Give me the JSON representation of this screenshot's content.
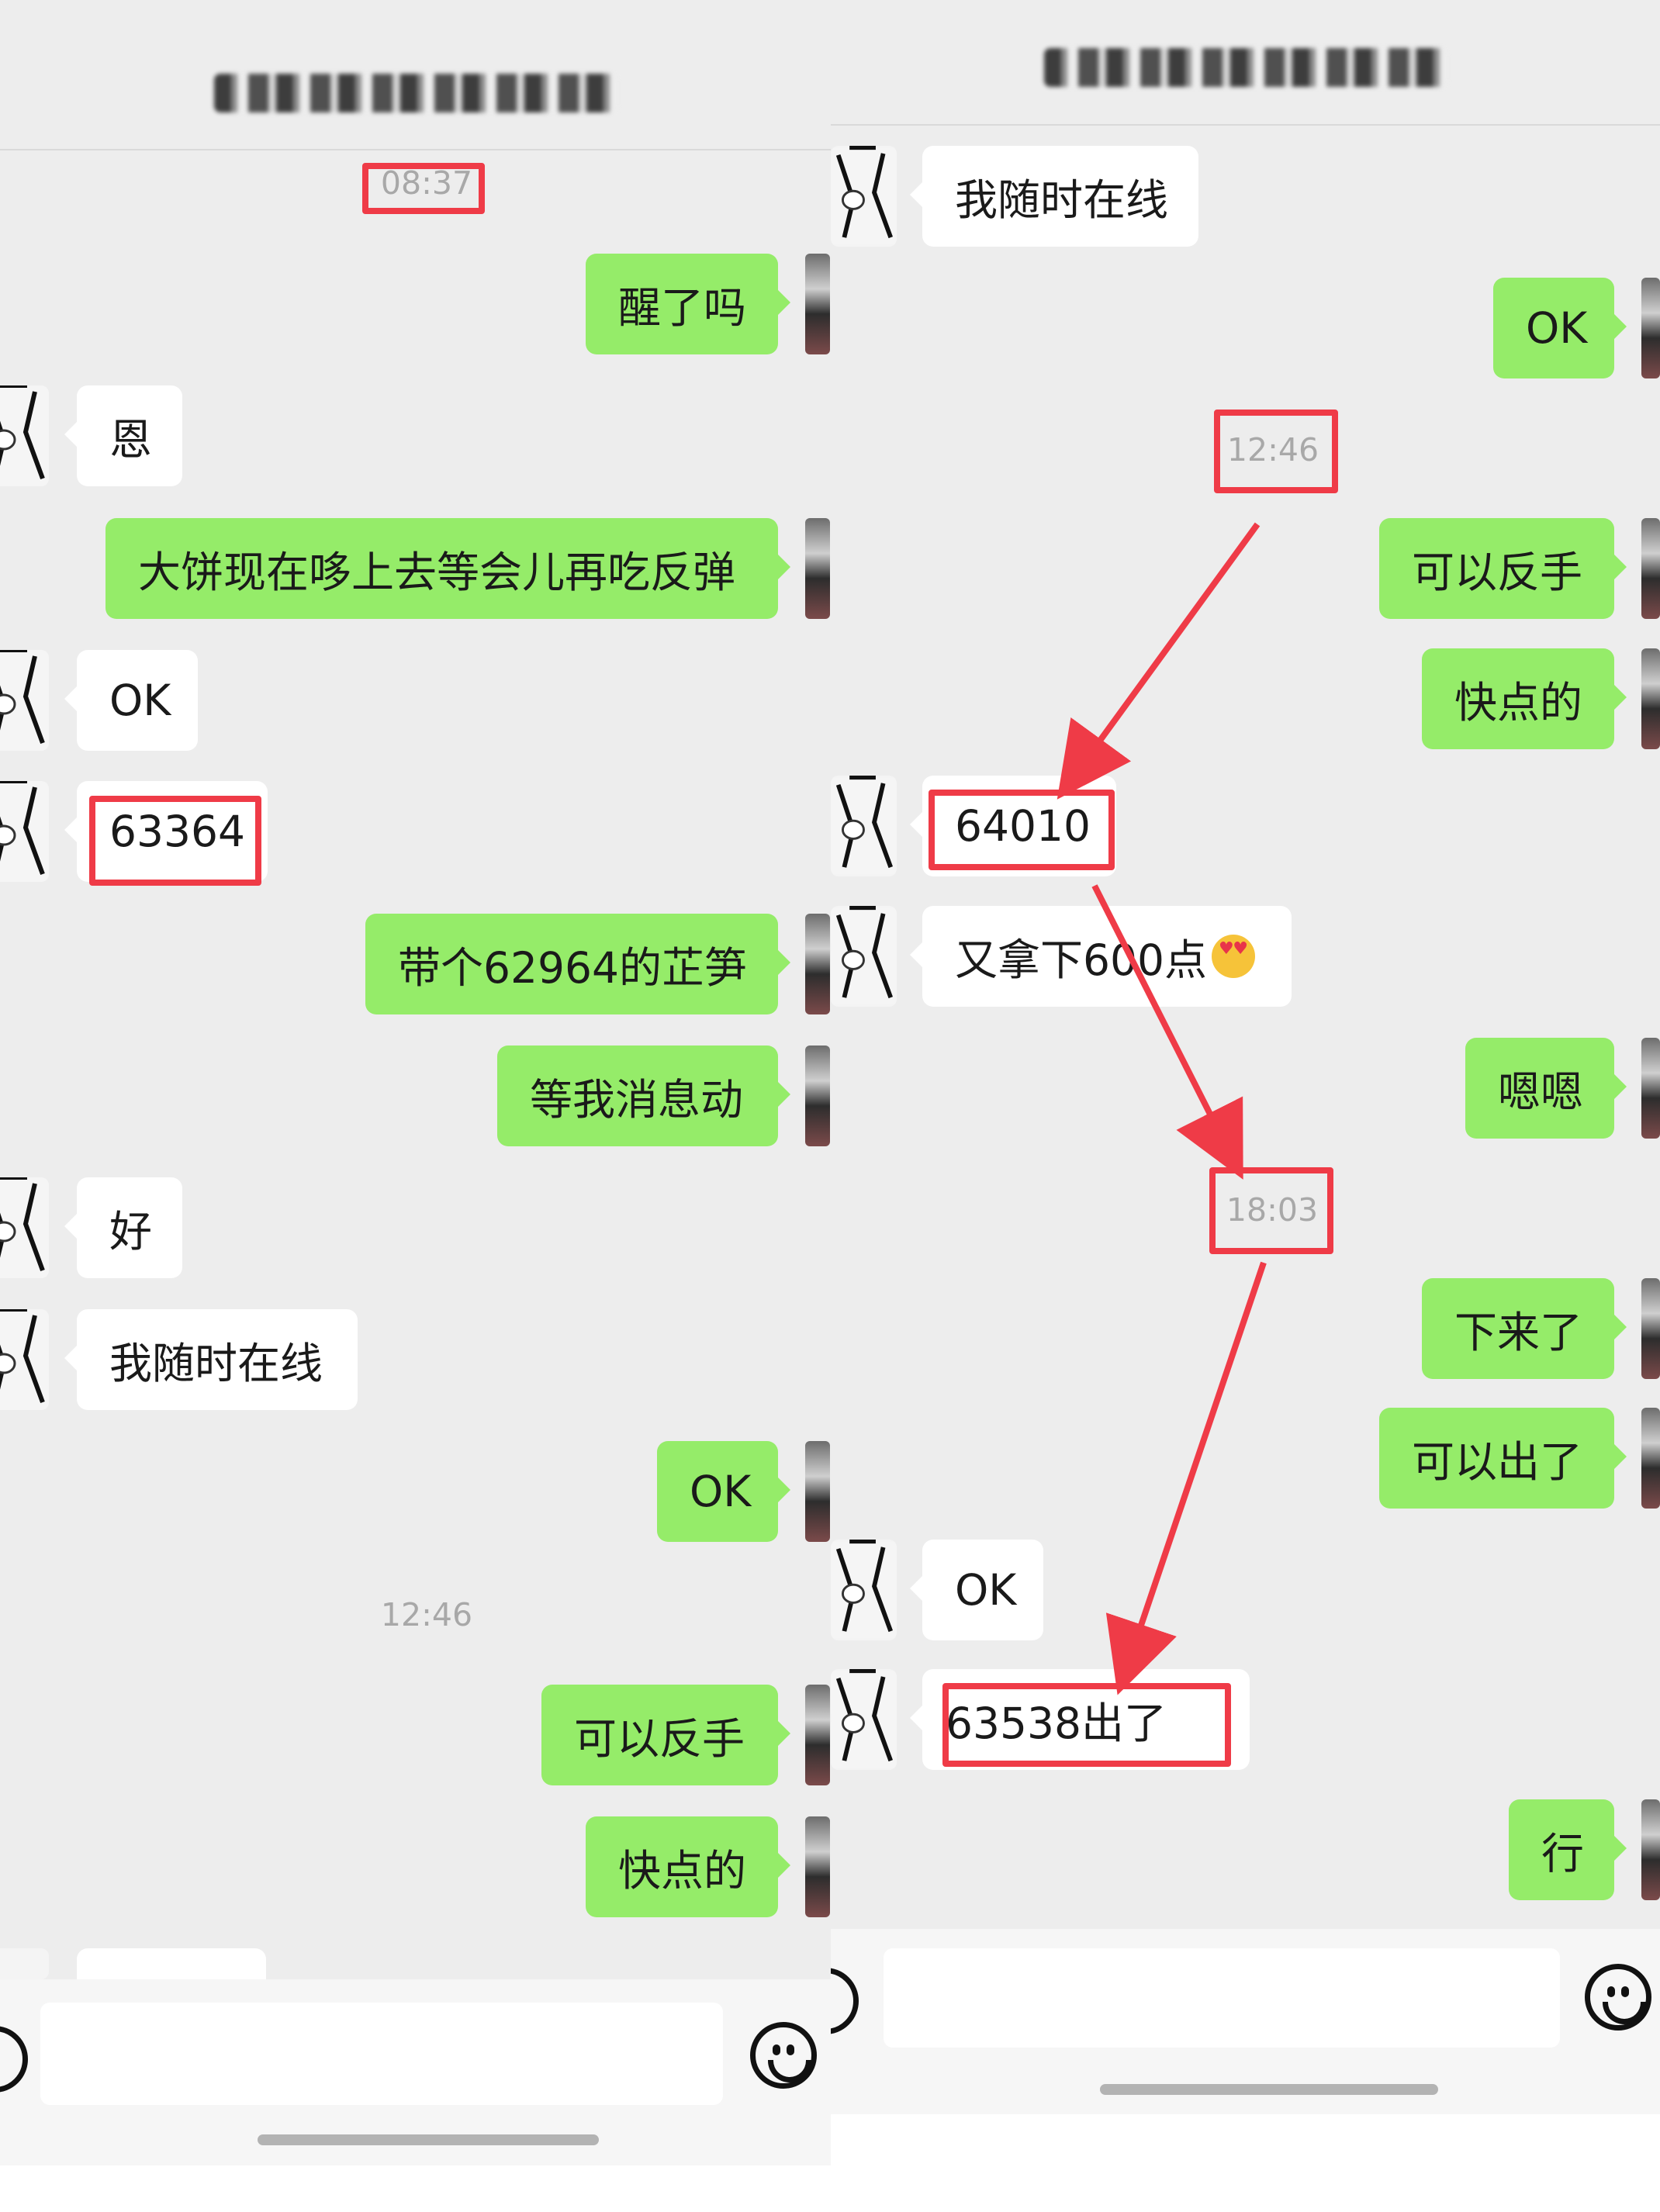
{
  "left_panel": {
    "timestamps": [
      "08:37",
      "12:46"
    ],
    "messages": [
      {
        "side": "out",
        "text": "醒了吗"
      },
      {
        "side": "in",
        "text": "恩"
      },
      {
        "side": "out",
        "text": "大饼现在哆上去等会儿再吃反弹"
      },
      {
        "side": "in",
        "text": "OK"
      },
      {
        "side": "in",
        "text": "63364"
      },
      {
        "side": "out",
        "text": "带个62964的芷笋"
      },
      {
        "side": "out",
        "text": "等我消息动"
      },
      {
        "side": "in",
        "text": "好"
      },
      {
        "side": "in",
        "text": "我随时在线"
      },
      {
        "side": "out",
        "text": "OK"
      },
      {
        "side": "out",
        "text": "可以反手"
      },
      {
        "side": "out",
        "text": "快点的"
      }
    ]
  },
  "right_panel": {
    "timestamps": [
      "12:46",
      "18:03"
    ],
    "messages": [
      {
        "side": "in",
        "text": "我随时在线"
      },
      {
        "side": "out",
        "text": "OK"
      },
      {
        "side": "out",
        "text": "可以反手"
      },
      {
        "side": "out",
        "text": "快点的"
      },
      {
        "side": "in",
        "text": "64010"
      },
      {
        "side": "in",
        "text": "又拿下600点"
      },
      {
        "side": "out",
        "text": "嗯嗯"
      },
      {
        "side": "out",
        "text": "下来了"
      },
      {
        "side": "out",
        "text": "可以出了"
      },
      {
        "side": "in",
        "text": "OK"
      },
      {
        "side": "in",
        "text": "63538出了"
      },
      {
        "side": "out",
        "text": "行"
      }
    ]
  },
  "icons": {
    "emoji_button": "smiley-face-icon",
    "voice_button": "voice-icon",
    "reaction_emoji": "heart-eyes-emoji",
    "annotation_arrow": "red-arrow-icon"
  },
  "colors": {
    "background": "#ededed",
    "incoming_bubble": "#ffffff",
    "outgoing_bubble": "#95ec69",
    "highlight_red": "#ef3b47",
    "timestamp_gray": "#a8a8a8"
  }
}
